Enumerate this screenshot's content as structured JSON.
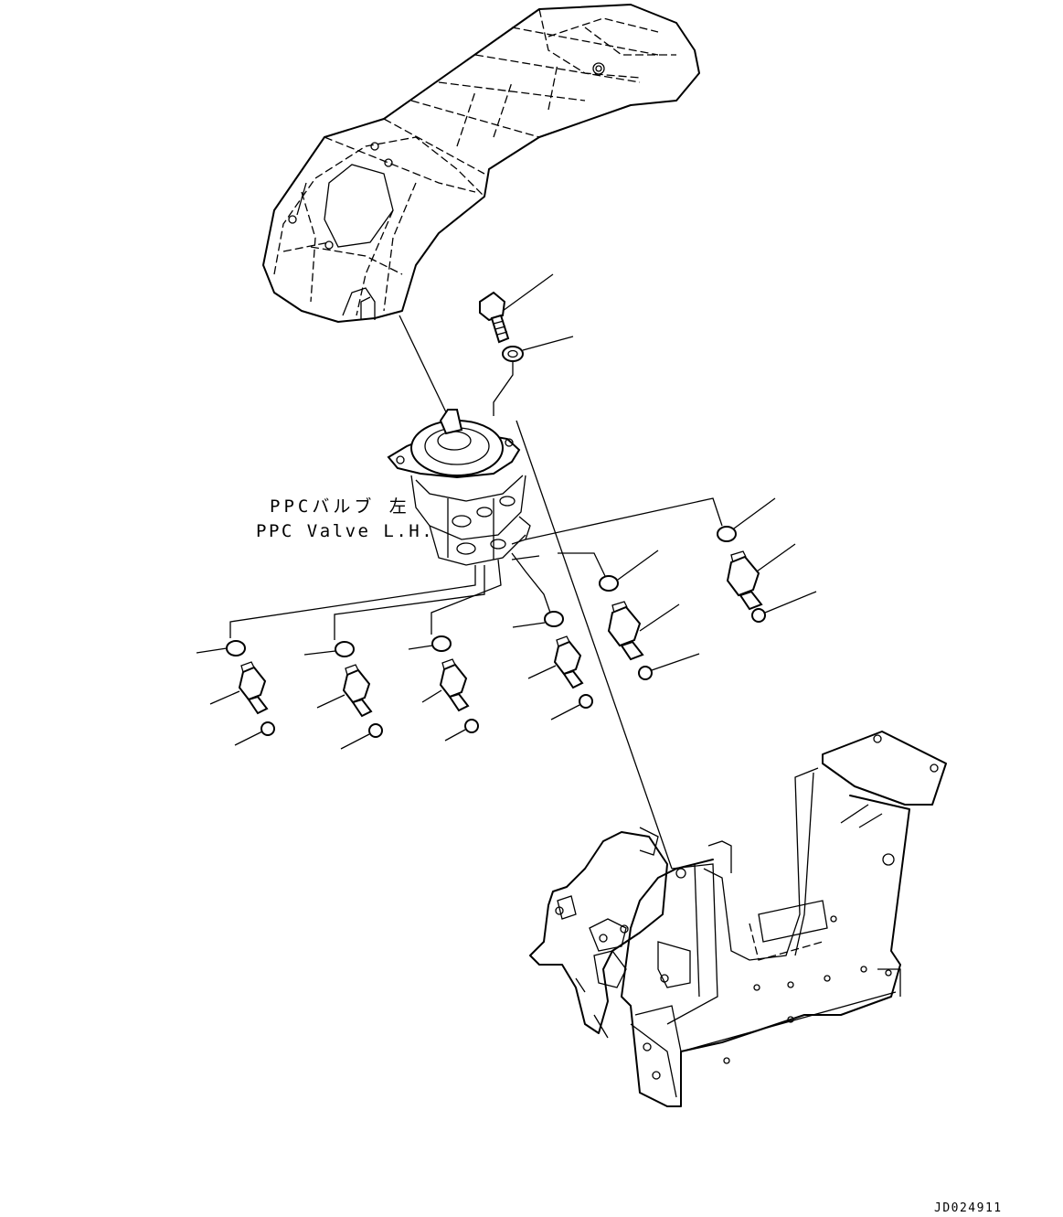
{
  "callout": {
    "label_jp": "PPCバルブ 左",
    "label_en": "PPC Valve L.H."
  },
  "drawing_code": "JD024911",
  "parts": {
    "console_cover": "console-cover",
    "ppc_valve": "ppc-valve",
    "bracket": "console-bracket",
    "bolt": "bolt",
    "washer": "washer",
    "fitting_count": 6
  }
}
